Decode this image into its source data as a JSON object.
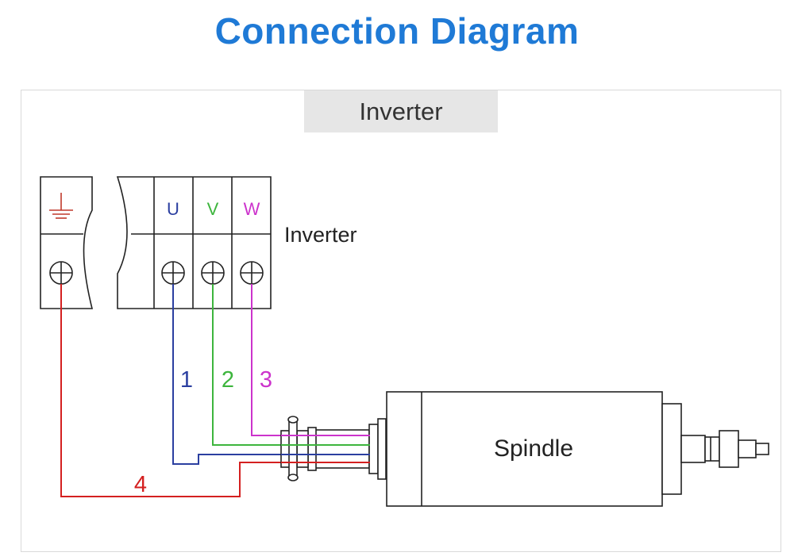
{
  "title": "Connection Diagram",
  "header_label": "Inverter",
  "inverter_label": "Inverter",
  "spindle_label": "Spindle",
  "terminals": [
    {
      "id": "U",
      "label": "U",
      "color": "#2b3fa0"
    },
    {
      "id": "V",
      "label": "V",
      "color": "#3db53d"
    },
    {
      "id": "W",
      "label": "W",
      "color": "#cc33cc"
    }
  ],
  "ground_color": "#c0392b",
  "wires": [
    {
      "number": "1",
      "terminal": "U",
      "color": "#2b3fa0"
    },
    {
      "number": "2",
      "terminal": "V",
      "color": "#3db53d"
    },
    {
      "number": "3",
      "terminal": "W",
      "color": "#cc33cc"
    },
    {
      "number": "4",
      "terminal": "ground",
      "color": "#d42020"
    }
  ]
}
